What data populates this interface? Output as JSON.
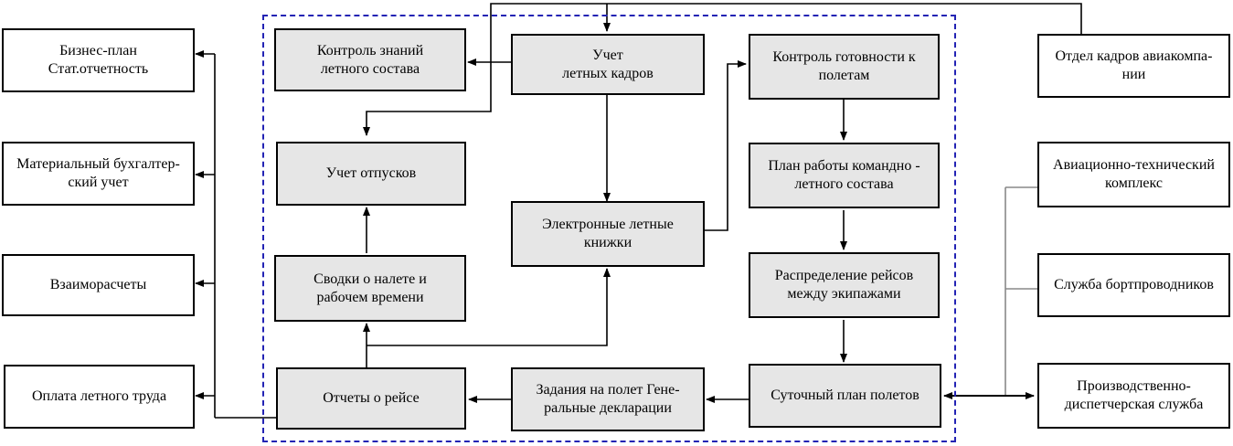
{
  "diagram": {
    "boxes": {
      "biznes_plan": [
        "Бизнес-план",
        "Стат.отчетность"
      ],
      "material": [
        "Материальный бухгалтер-",
        "ский учет"
      ],
      "vzaimoraschety": [
        "Взаиморасчеты"
      ],
      "oplata": [
        "Оплата летного труда"
      ],
      "kontrol_znaniy": [
        "Контроль знаний",
        "летного состава"
      ],
      "uchet_otpuskov": [
        "Учет отпусков"
      ],
      "svodki": [
        "Сводки о налете и",
        "рабочем времени"
      ],
      "otchety": [
        "Отчеты о рейсе"
      ],
      "uchet_kadrov": [
        "Учет",
        "летных кадров"
      ],
      "elektronnye": [
        "Электронные летные",
        "книжки"
      ],
      "zadaniya": [
        "Задания на полет Гене-",
        "ральные декларации"
      ],
      "kontrol_gotovnosti": [
        "Контроль готовности к",
        "полетам"
      ],
      "plan_raboty": [
        "План работы командно -",
        "летного состава"
      ],
      "raspredelenie": [
        "Распределение рейсов",
        "между экипажами"
      ],
      "sutochny": [
        "Суточный план полетов"
      ],
      "otdel_kadrov": [
        "Отдел кадров авиакомпа-",
        "нии"
      ],
      "aviatech": [
        "Авиационно-технический",
        "комплекс"
      ],
      "bortprovodniki": [
        "Служба бортпроводников"
      ],
      "proizvodstvenno": [
        "Производственно-",
        "диспетчерская служба"
      ]
    }
  }
}
